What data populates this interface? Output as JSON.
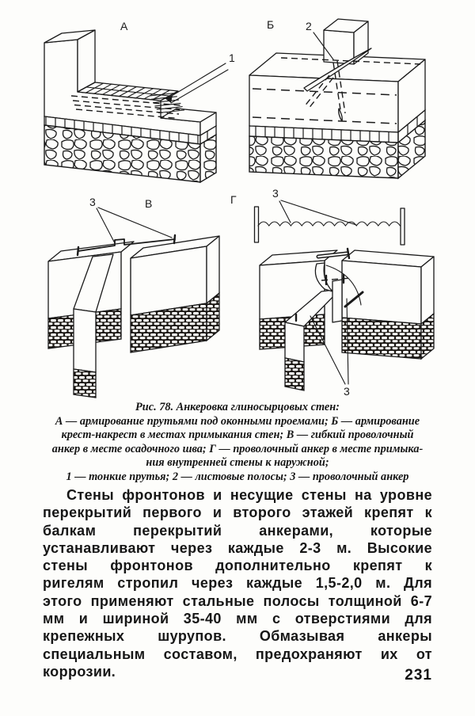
{
  "page": {
    "number": "231",
    "ink_color": "#1a1a1a",
    "paper_color": "#fdfdfb"
  },
  "figure": {
    "panel_labels": {
      "a": "А",
      "b": "Б",
      "v": "В",
      "g": "Г"
    },
    "callouts": {
      "n1": "1",
      "n2": "2",
      "n3": "3"
    }
  },
  "caption": {
    "title": "Рис. 78. Анкеровка глиносырцовых стен:",
    "lines": [
      "А — армирование прутьями под оконными проемами; Б — армирование",
      "крест-накрест в местах примыкания стен; В — гибкий проволочный",
      "анкер в месте осадочного шва; Г — проволочный анкер в месте примыка-",
      "ния внутренней стены к наружной;",
      "1 — тонкие прутья; 2 — листовые полосы; 3 — проволочный анкер"
    ]
  },
  "body": {
    "paragraph": "Стены фронтонов и несущие стены на уровне перекрытий первого и второго этажей крепят к балкам перекрытий анкерами, которые устанавливают через каждые 2-3 м. Высокие стены фронтонов дополнительно крепят к ригелям стропил через каждые 1,5-2,0 м. Для этого применяют стальные полосы толщиной 6-7 мм и шириной 35-40 мм с отверстиями для крепежных шурупов. Обмазывая анкеры специальным составом, предохраняют их от коррозии."
  }
}
